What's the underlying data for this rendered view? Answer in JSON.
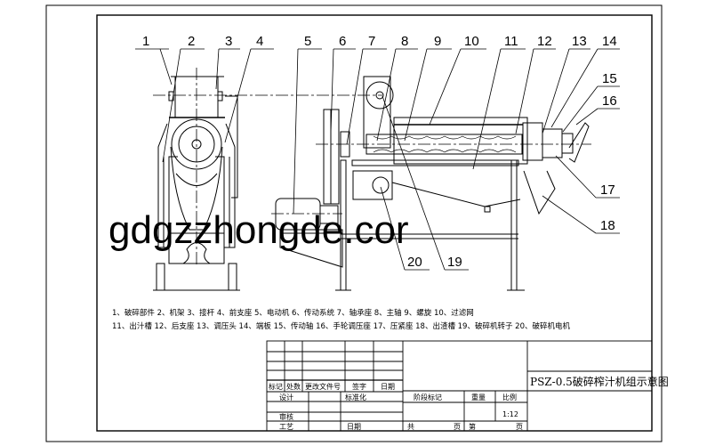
{
  "part_numbers": [
    "1",
    "2",
    "3",
    "4",
    "5",
    "6",
    "7",
    "8",
    "9",
    "10",
    "11",
    "12",
    "13",
    "14",
    "15",
    "16",
    "17",
    "18",
    "19",
    "20"
  ],
  "legend": {
    "row1": "1、破碎部件 2、机架 3、接杆 4、前支座 5、电动机 6、传动系统 7、轴承座 8、主轴 9、螺旋 10、过滤网",
    "row2": "11、出汁槽 12、后支座 13、调压头 14、端板 15、传动轴 16、手轮调压座 17、压紧座 18、出渣槽 19、破碎机转子 20、破碎机电机"
  },
  "title_block": {
    "drawing_title": "PSZ-0.5破碎榨汁机组示意图",
    "revision_headers": [
      "标记",
      "处数",
      "更改文件号",
      "签字",
      "日期"
    ],
    "design": "设计",
    "standardization": "标准化",
    "review": "审核",
    "process": "工艺",
    "date": "日期",
    "stage_mark": "阶段标记",
    "weight": "重量",
    "scale_label": "比例",
    "scale_value": "1:12",
    "total": "共",
    "sheet": "第",
    "page": "页"
  },
  "watermark": "gdgzzhongde.cor"
}
